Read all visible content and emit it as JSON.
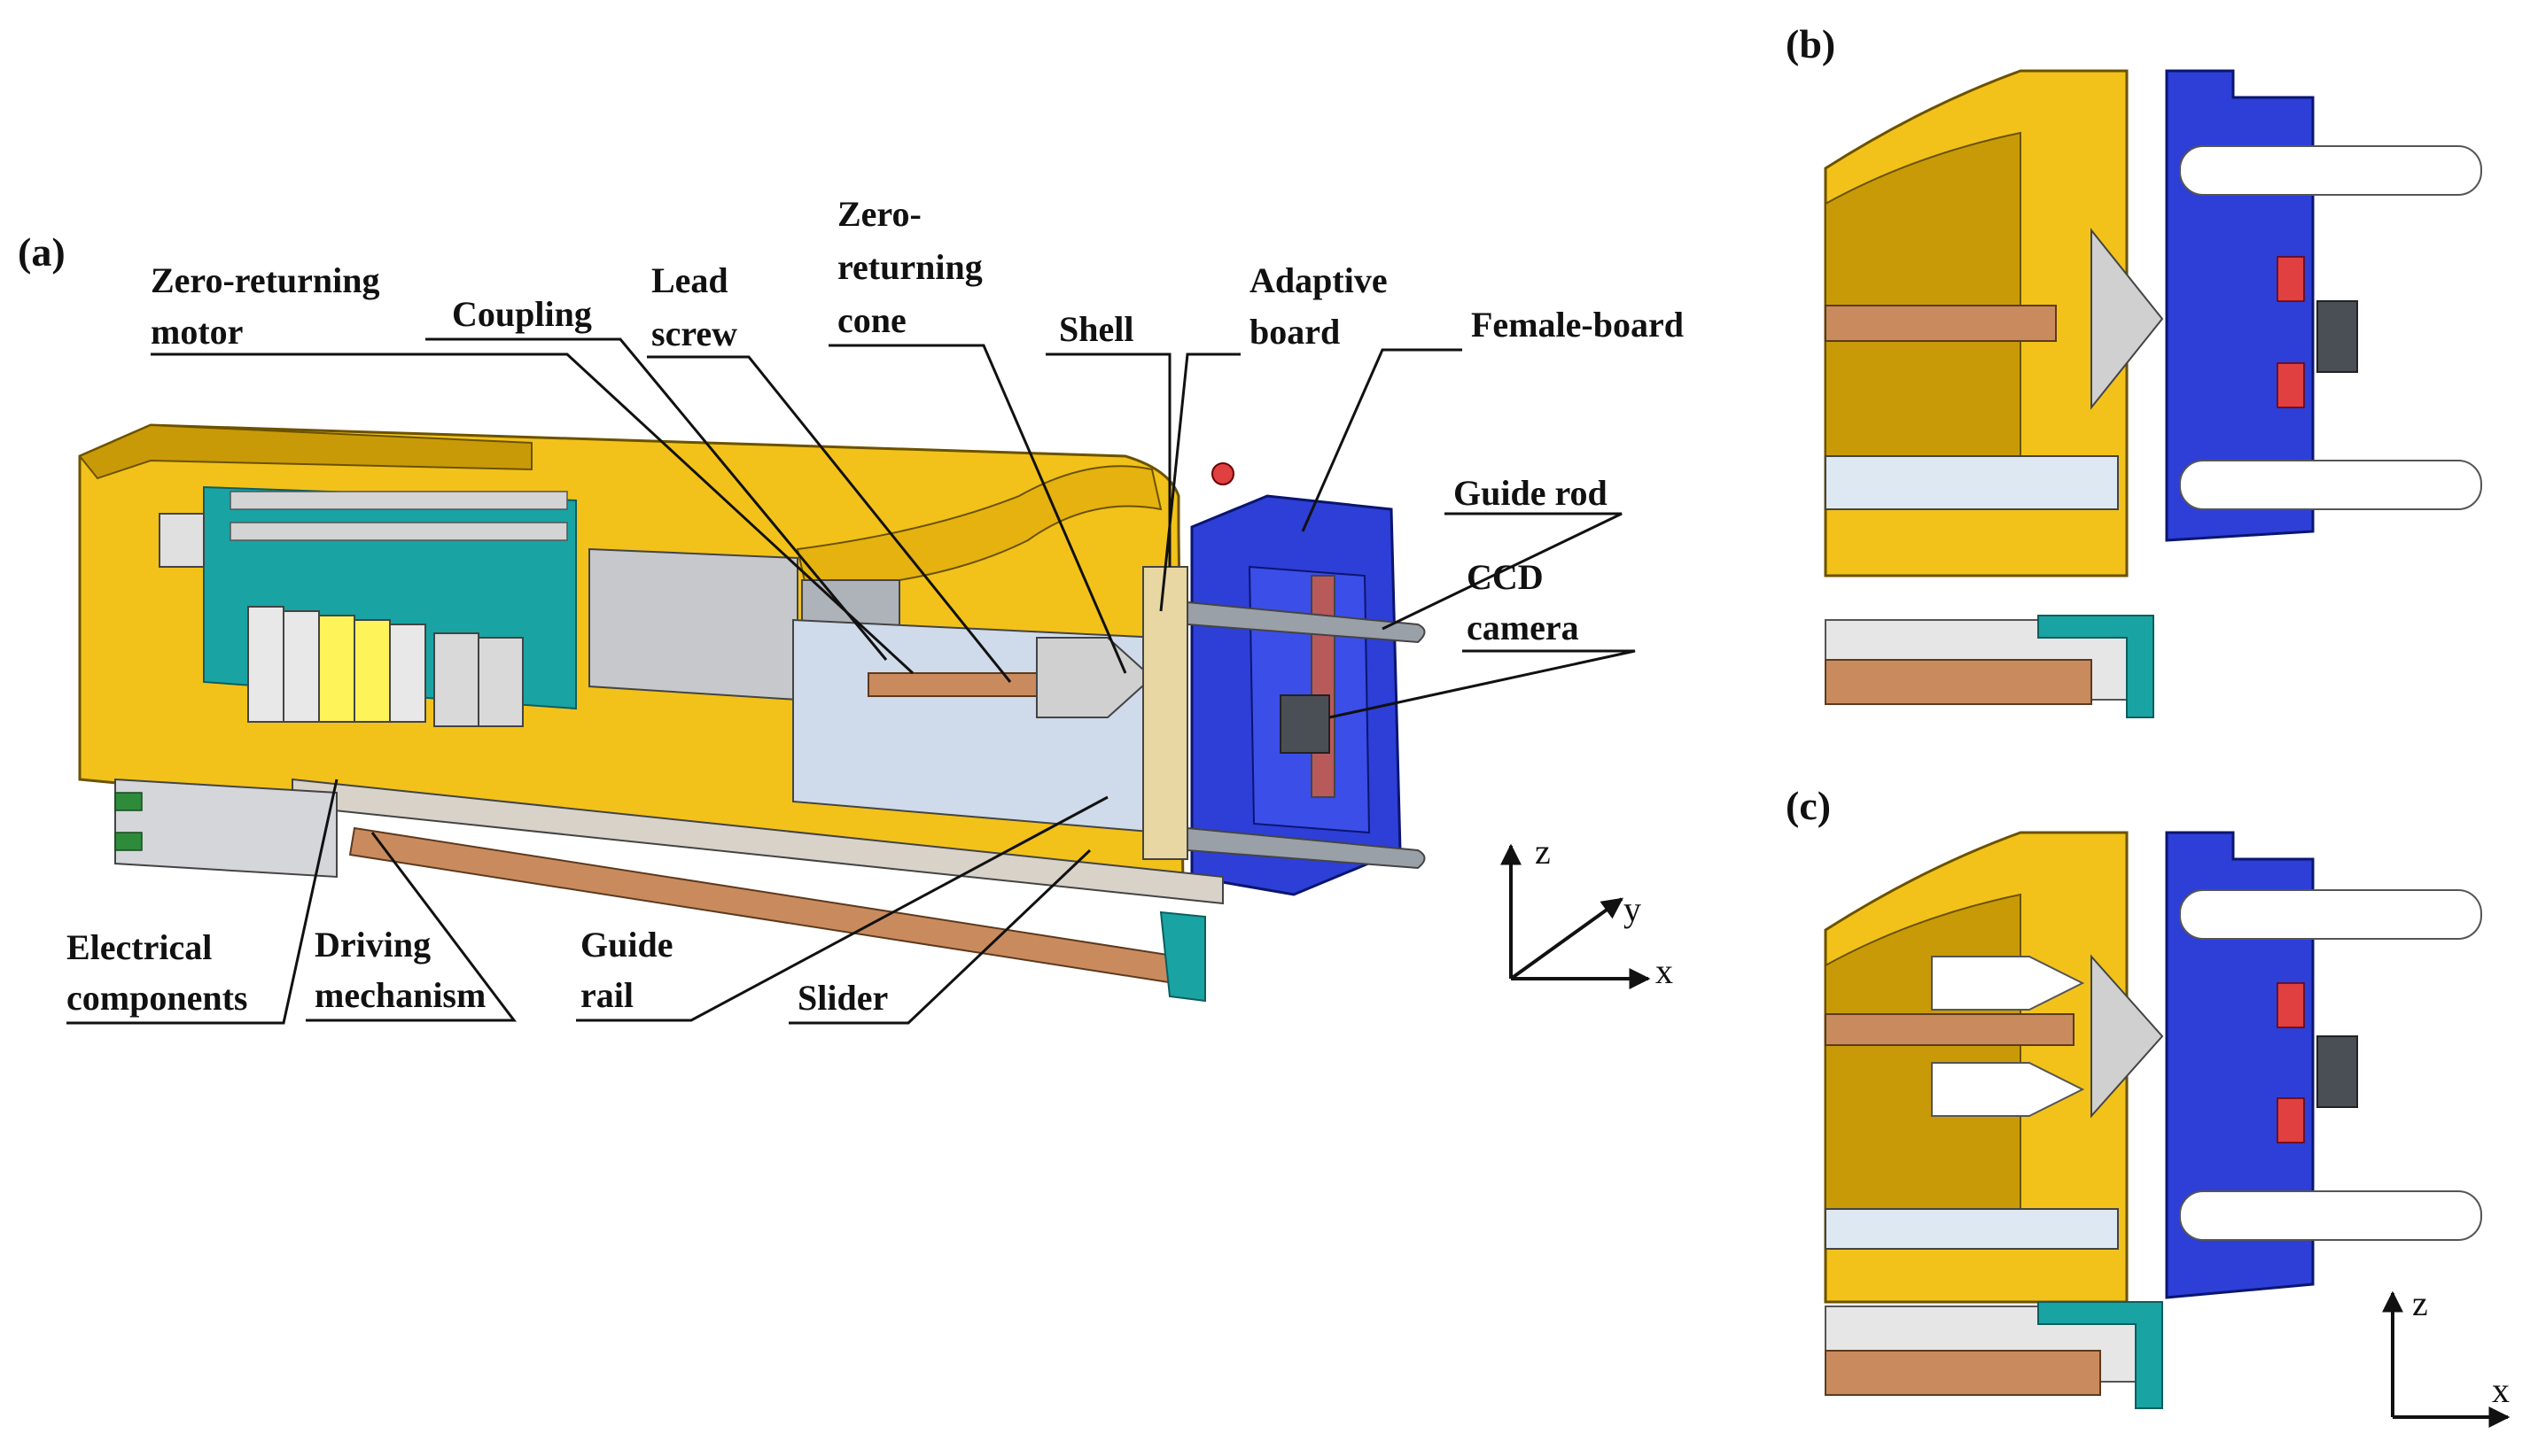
{
  "panels": {
    "a": "(a)",
    "b": "(b)",
    "c": "(c)"
  },
  "labels": {
    "zero_returning_motor": [
      "Zero-returning",
      "motor"
    ],
    "coupling": [
      "Coupling"
    ],
    "lead_screw": [
      "Lead",
      "screw"
    ],
    "zero_returning_cone": [
      "Zero-",
      "returning",
      "cone"
    ],
    "shell": [
      "Shell"
    ],
    "adaptive_board": [
      "Adaptive",
      "board"
    ],
    "female_board": [
      "Female-board"
    ],
    "guide_rod": [
      "Guide rod"
    ],
    "ccd_camera": [
      "CCD",
      "camera"
    ],
    "electrical_components": [
      "Electrical",
      "components"
    ],
    "driving_mechanism": [
      "Driving",
      "mechanism"
    ],
    "guide_rail": [
      "Guide",
      "rail"
    ],
    "slider": [
      "Slider"
    ]
  },
  "axes_a": {
    "z": "z",
    "y": "y",
    "x": "x"
  },
  "axes_c": {
    "z": "z",
    "x": "x"
  },
  "colors": {
    "shell_yellow": "#f2c21b",
    "shell_dark": "#c99a08",
    "board_blue": "#2d3fd6",
    "teal": "#1aa3a3",
    "copper": "#c98b5e",
    "steel": "#b8bcc4",
    "light_blue": "#dde8f3",
    "red": "#e04040"
  }
}
